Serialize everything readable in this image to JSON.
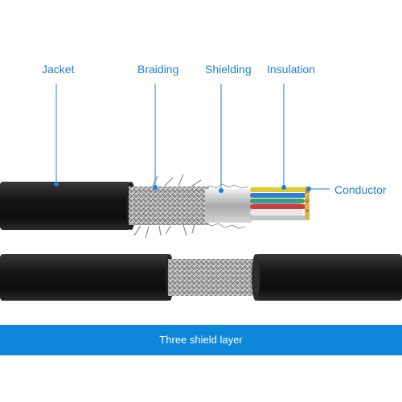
{
  "labels": {
    "jacket": "Jacket",
    "braiding": "Braiding",
    "shielding": "Shielding",
    "insulation": "Insulation",
    "conductor": "Conductor"
  },
  "banner": {
    "text": "Three shield layer"
  },
  "colors": {
    "accent": "#1f7fd1",
    "banner": "#0d87d9",
    "jacket": "#1c1c1c",
    "braid": "#9a9a9a",
    "foil": "#c8c8c8"
  },
  "wire_colors": [
    "#e0c92a",
    "#2f7fd6",
    "#3aa64a",
    "#d23a3a",
    "#f0f0f0",
    "#d8d8d8"
  ]
}
